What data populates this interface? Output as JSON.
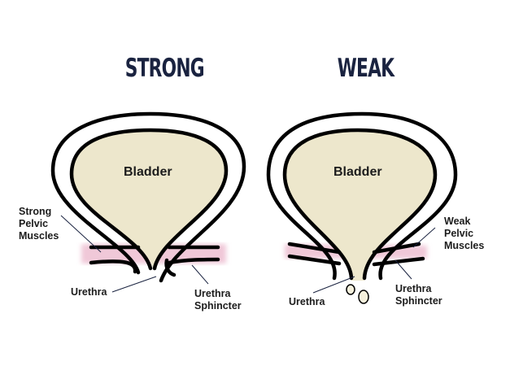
{
  "strong": {
    "title": "STRONG",
    "bladder": "Bladder",
    "muscles": [
      "Strong",
      "Pelvic",
      "Muscles"
    ],
    "urethra": "Urethra",
    "sphincter": [
      "Urethra",
      "Sphincter"
    ]
  },
  "weak": {
    "title": "WEAK",
    "bladder": "Bladder",
    "muscles": [
      "Weak",
      "Pelvic",
      "Muscles"
    ],
    "urethra": "Urethra",
    "sphincter": [
      "Urethra",
      "Sphincter"
    ]
  },
  "colors": {
    "title": "#1a2340",
    "bladder": "#ede7cc",
    "muscle": "#f0c8d8",
    "leader": "#1a2340"
  }
}
